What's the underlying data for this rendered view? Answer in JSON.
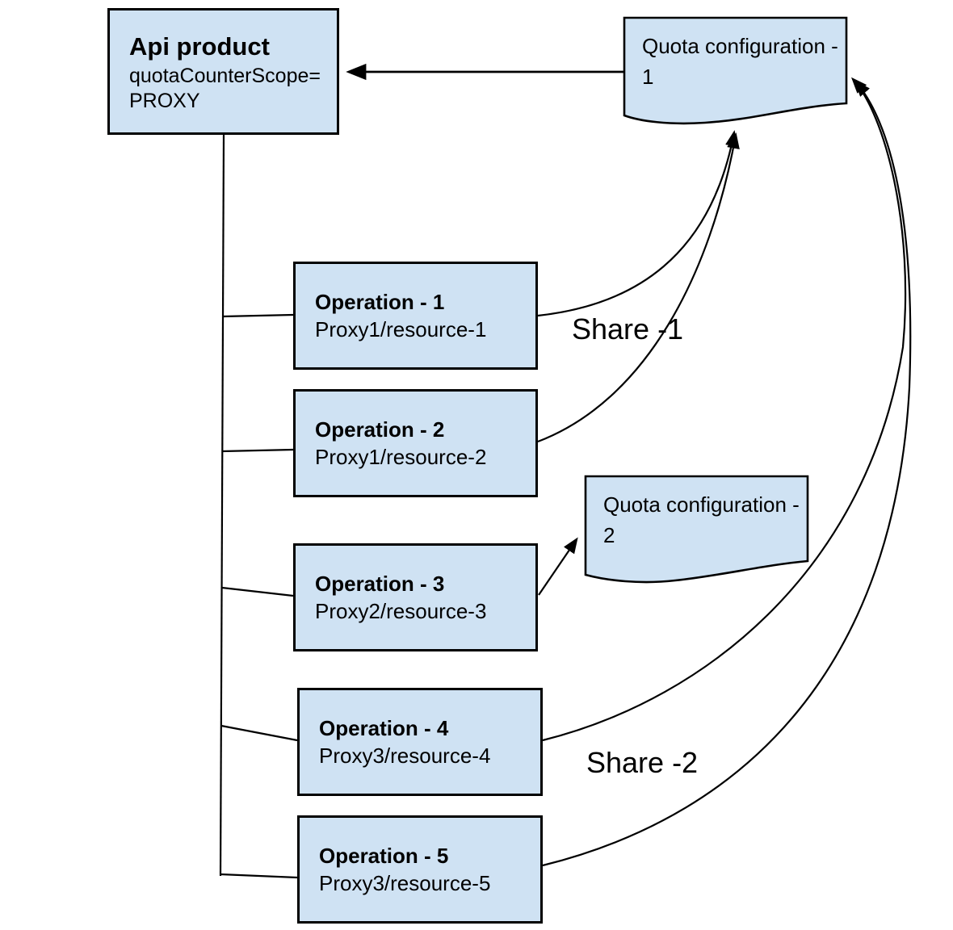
{
  "diagram": {
    "api_product": {
      "title": "Api product",
      "attr_line1": "quotaCounterScope=",
      "attr_line2": "PROXY"
    },
    "operations": [
      {
        "title": "Operation - 1",
        "path": "Proxy1/resource-1"
      },
      {
        "title": "Operation - 2",
        "path": "Proxy1/resource-2"
      },
      {
        "title": "Operation - 3",
        "path": "Proxy2/resource-3"
      },
      {
        "title": "Operation - 4",
        "path": "Proxy3/resource-4"
      },
      {
        "title": "Operation - 5",
        "path": "Proxy3/resource-5"
      }
    ],
    "quota_configurations": [
      {
        "label": "Quota configuration - 1"
      },
      {
        "label": "Quota configuration - 2"
      }
    ],
    "share_labels": [
      {
        "text": "Share -1"
      },
      {
        "text": "Share -2"
      }
    ],
    "colors": {
      "shape_fill": "#cfe2f3",
      "shape_stroke": "#000000",
      "connector": "#000000",
      "background": "#ffffff"
    }
  }
}
